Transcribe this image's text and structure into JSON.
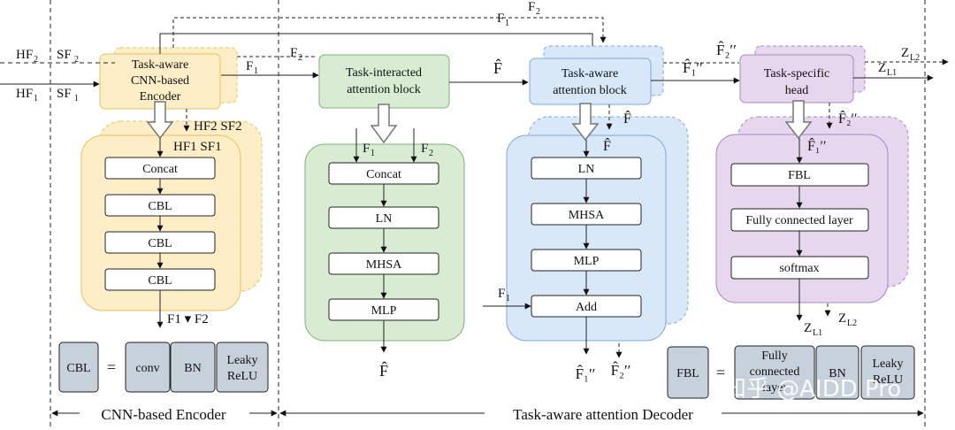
{
  "encoder": {
    "title_lines": [
      "Task-aware",
      "CNN-based",
      "Encoder"
    ],
    "inner": [
      "Concat",
      "CBL",
      "CBL",
      "CBL"
    ],
    "inputs": [
      "HF2 SF2",
      "HF1 SF1"
    ],
    "outputs": "F1 ▾ F2"
  },
  "interacted": {
    "title_lines": [
      "Task-interacted",
      "attention block"
    ],
    "inner": [
      "Concat",
      "LN",
      "MHSA",
      "MLP"
    ],
    "output": "F̂"
  },
  "aware": {
    "title_lines": [
      "Task-aware",
      "attention block"
    ],
    "inner": [
      "LN",
      "MHSA",
      "MLP",
      "Add"
    ],
    "outputs": [
      "F̂₁′′",
      "F̂₂′′"
    ]
  },
  "head": {
    "title_lines": [
      "Task-specific",
      "head"
    ],
    "inner": [
      "FBL",
      "Fully connected layer",
      "softmax"
    ],
    "outputs": [
      "ZL1",
      "ZL2"
    ]
  },
  "legend": {
    "cbl": "CBL",
    "cbl_parts": [
      "conv",
      "BN",
      "Leaky ReLU"
    ],
    "fbl": "FBL",
    "fbl_parts": [
      "Fully connected layer",
      "BN",
      "Leaky ReLU"
    ],
    "equals": "="
  },
  "sections": {
    "encoder": "CNN-based Encoder",
    "decoder": "Task-aware attention Decoder"
  },
  "watermark": "知乎 @AIDD Pro",
  "colors": {
    "encoder_fill": "#fdeec7",
    "encoder_stroke": "#e2c35c",
    "interacted_fill": "#d8ecd4",
    "interacted_stroke": "#7fb472",
    "aware_fill": "#d8e8f9",
    "aware_stroke": "#7ea8dc",
    "head_fill": "#e6d7ef",
    "head_stroke": "#a888c0",
    "legend_fill": "#c7d1db"
  }
}
